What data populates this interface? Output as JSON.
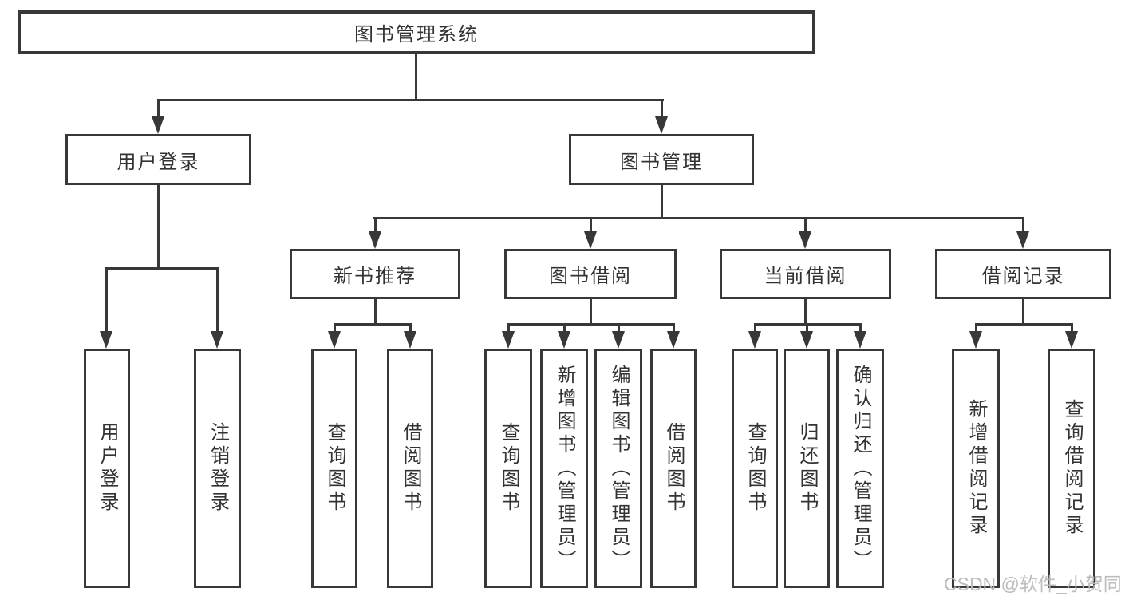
{
  "tree": {
    "label": "图书管理系统",
    "children": [
      {
        "label": "用户登录",
        "children": [
          {
            "label": "用户登录"
          },
          {
            "label": "注销登录"
          }
        ]
      },
      {
        "label": "图书管理",
        "children": [
          {
            "label": "新书推荐",
            "children": [
              {
                "label": "查询图书"
              },
              {
                "label": "借阅图书"
              }
            ]
          },
          {
            "label": "图书借阅",
            "children": [
              {
                "label": "查询图书"
              },
              {
                "label": "新增图书（管理员）"
              },
              {
                "label": "编辑图书（管理员）"
              },
              {
                "label": "借阅图书"
              }
            ]
          },
          {
            "label": "当前借阅",
            "children": [
              {
                "label": "查询图书"
              },
              {
                "label": "归还图书"
              },
              {
                "label": "确认归还（管理员）"
              }
            ]
          },
          {
            "label": "借阅记录",
            "children": [
              {
                "label": "新增借阅记录"
              },
              {
                "label": "查询借阅记录"
              }
            ]
          }
        ]
      }
    ]
  },
  "watermark": {
    "text": "CSDN @软件_小贺同学"
  },
  "colors": {
    "line": "#383838",
    "text": "#333333",
    "watermark": "#b8b8b8",
    "background": "#ffffff"
  }
}
